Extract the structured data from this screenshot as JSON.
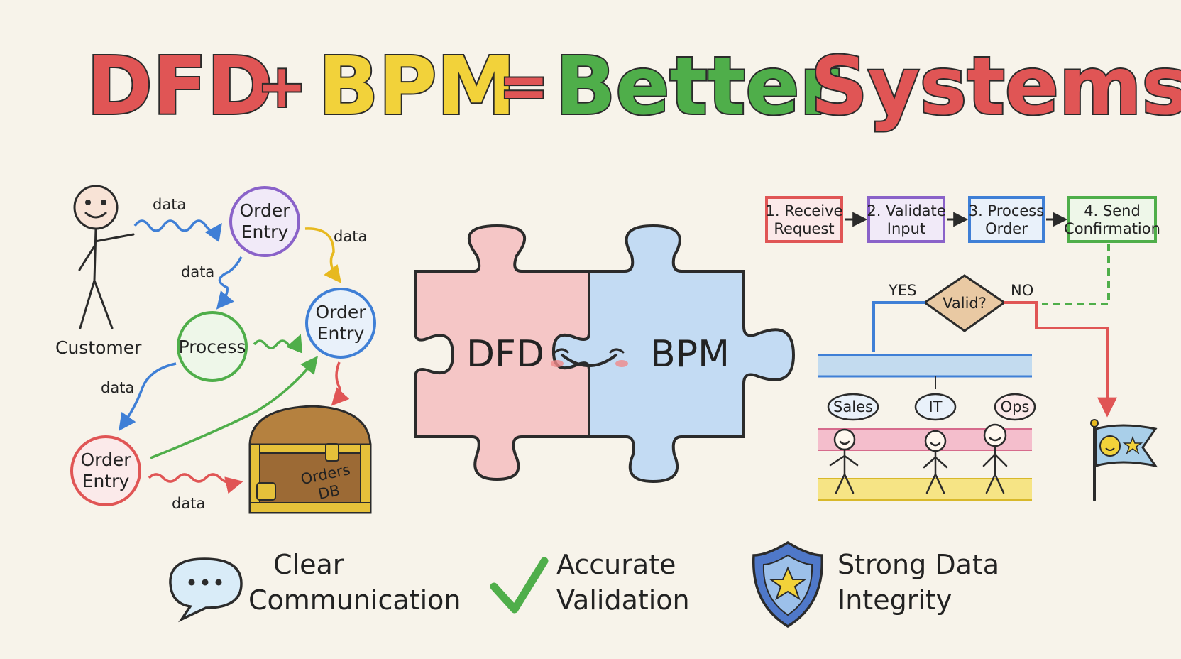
{
  "title": {
    "dfd": "DFD",
    "plus": "+",
    "bpm": "BPM",
    "equals": "=",
    "better": "Better",
    "systems": "Systems!"
  },
  "colors": {
    "red": "#e05555",
    "blue": "#3f7fd6",
    "yellow": "#f2d23a",
    "green": "#4fae4a",
    "purple": "#8a62c9",
    "tan": "#e9c9a3",
    "background": "#f7f3ea"
  },
  "dfd": {
    "customer": "Customer",
    "order_entry_top": [
      "Order",
      "Entry"
    ],
    "process": "Process",
    "order_entry_right": [
      "Order",
      "Entry"
    ],
    "order_entry_bottom": [
      "Order",
      "Entry"
    ],
    "datastore": [
      "Orders",
      "DB"
    ],
    "flow_labels": [
      "data",
      "data",
      "data",
      "data",
      "data"
    ]
  },
  "puzzle": {
    "left": "DFD",
    "right": "BPM"
  },
  "bpm": {
    "steps": [
      {
        "line1": "1. Receive",
        "line2": "Request",
        "color": "#e05555"
      },
      {
        "line1": "2. Validate",
        "line2": "Input",
        "color": "#8a62c9"
      },
      {
        "line1": "3. Process",
        "line2": "Order",
        "color": "#3f7fd6"
      },
      {
        "line1": "4. Send",
        "line2": "Confirmation",
        "color": "#4fae4a"
      }
    ],
    "decision": "Valid?",
    "yes": "YES",
    "no": "NO",
    "lanes": [
      "Sales",
      "IT",
      "Ops"
    ]
  },
  "benefits": [
    {
      "icon": "speech-bubble-icon",
      "line1": "Clear",
      "line2": "Communication"
    },
    {
      "icon": "checkmark-icon",
      "line1": "Accurate",
      "line2": "Validation"
    },
    {
      "icon": "shield-star-icon",
      "line1": "Strong Data",
      "line2": "Integrity"
    }
  ]
}
